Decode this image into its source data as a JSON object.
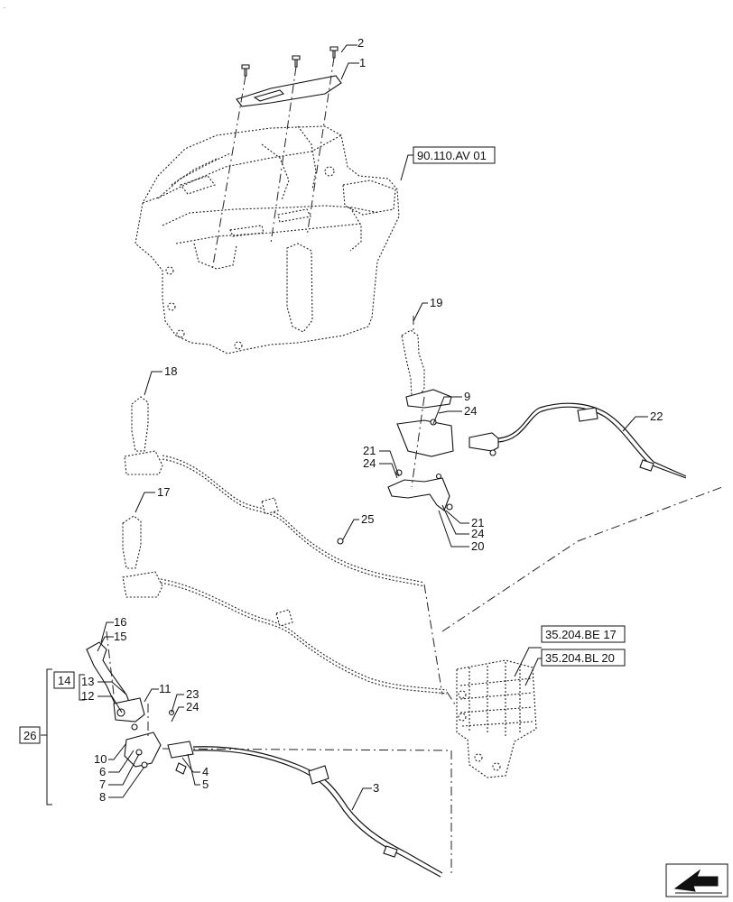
{
  "callouts": [
    "1",
    "2",
    "3",
    "4",
    "5",
    "6",
    "7",
    "8",
    "9",
    "10",
    "11",
    "12",
    "13",
    "15",
    "16",
    "17",
    "18",
    "19",
    "20",
    "21",
    "21",
    "22",
    "23",
    "24",
    "24",
    "24",
    "24",
    "24",
    "25"
  ],
  "boxed_refs": {
    "group_26": "26",
    "group_14": "14",
    "ref_cab": "90.110.AV 01",
    "ref_valve_1": "35.204.BE 17",
    "ref_valve_2": "35.204.BL 20"
  }
}
